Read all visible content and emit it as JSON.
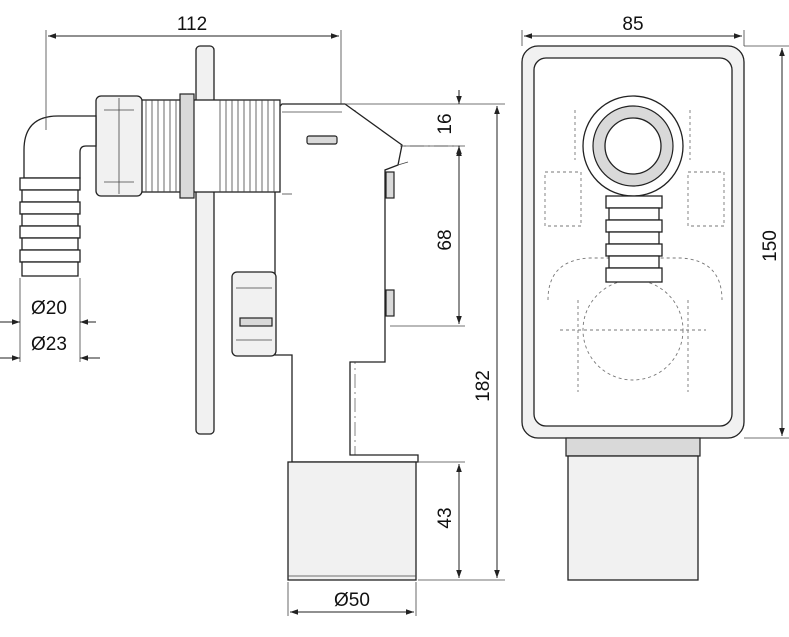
{
  "dimensions": {
    "overall_width": "112",
    "box_width": "85",
    "top_offset": "16",
    "inlet_spacing": "68",
    "box_height": "150",
    "total_height": "182",
    "outlet_height": "43",
    "outlet_diameter": "Ø50",
    "hose_inner_diameter": "Ø20",
    "hose_outer_diameter": "Ø23"
  }
}
